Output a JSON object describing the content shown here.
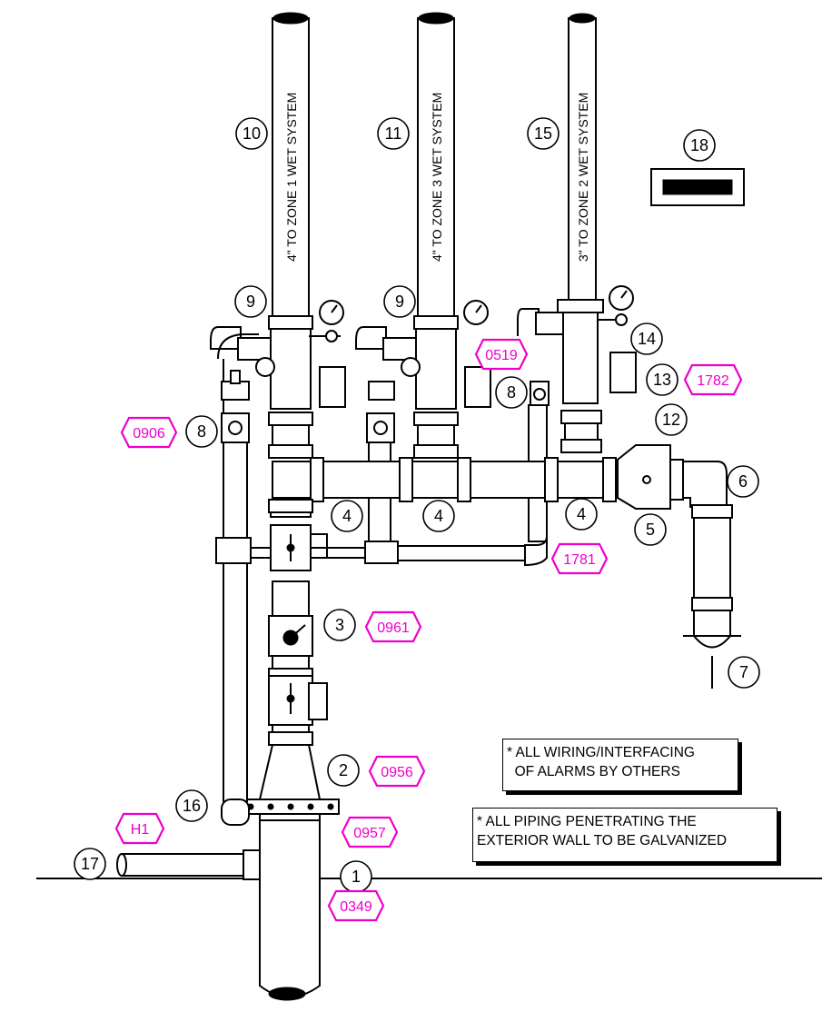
{
  "callouts": [
    "1",
    "2",
    "3",
    "4",
    "4",
    "4",
    "5",
    "6",
    "7",
    "8",
    "8",
    "9",
    "9",
    "10",
    "11",
    "12",
    "13",
    "14",
    "15",
    "16",
    "17",
    "18"
  ],
  "riser_labels": [
    "4\" TO ZONE 1 WET SYSTEM",
    "4\" TO ZONE 3 WET SYSTEM",
    "3\" TO ZONE 2 WET SYSTEM"
  ],
  "tags": [
    "0906",
    "0519",
    "1782",
    "1781",
    "0961",
    "0956",
    "0957",
    "H1",
    "0349"
  ],
  "notes": {
    "wiring": "* ALL WIRING/INTERFACING\n  OF ALARMS BY OTHERS",
    "piping": "* ALL PIPING PENETRATING THE\nEXTERIOR WALL TO BE GALVANIZED"
  },
  "colors": {
    "tag": "#ee00cc",
    "line": "#000000"
  }
}
